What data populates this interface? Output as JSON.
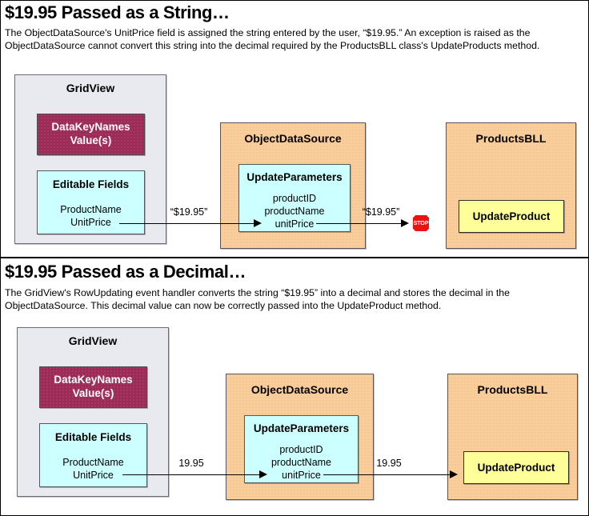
{
  "sections": [
    {
      "id": "string",
      "title": "$19.95 Passed as a String…",
      "description": "The ObjectDataSource's UnitPrice field is assigned the string entered by the user, “$19.95.” An exception is raised as the ObjectDataSource cannot convert this string into the decimal required by the ProductsBLL class's UpdateProducts method.",
      "gridview": {
        "title": "GridView",
        "datakeynames": {
          "line1": "DataKeyNames",
          "line2": "Value(s)"
        },
        "editable_fields": {
          "title": "Editable Fields",
          "fields": [
            "ProductName",
            "UnitPrice"
          ]
        }
      },
      "objectdatasource": {
        "title": "ObjectDataSource",
        "update_parameters": {
          "title": "UpdateParameters",
          "parameters": [
            "productID",
            "productName",
            "unitPrice"
          ]
        }
      },
      "productsbll": {
        "title": "ProductsBLL",
        "method": "UpdateProduct"
      },
      "arrow1_label": "“$19.95”",
      "arrow2_label": "“$19.95”",
      "stop_label": "STOP",
      "blocked": true
    },
    {
      "id": "decimal",
      "title": "$19.95 Passed as a Decimal…",
      "description": "The GridView's RowUpdating event handler converts the string “$19.95” into a decimal and stores the decimal in the ObjectDataSource. This decimal value can now be correctly passed into the UpdateProduct method.",
      "gridview": {
        "title": "GridView",
        "datakeynames": {
          "line1": "DataKeyNames",
          "line2": "Value(s)"
        },
        "editable_fields": {
          "title": "Editable Fields",
          "fields": [
            "ProductName",
            "UnitPrice"
          ]
        }
      },
      "objectdatasource": {
        "title": "ObjectDataSource",
        "update_parameters": {
          "title": "UpdateParameters",
          "parameters": [
            "productID",
            "productName",
            "unitPrice"
          ]
        }
      },
      "productsbll": {
        "title": "ProductsBLL",
        "method": "UpdateProduct"
      },
      "arrow1_label": "19.95",
      "arrow2_label": "19.95",
      "blocked": false
    }
  ],
  "colors": {
    "gridview_fill": "#e9e9f0",
    "orange_fill": "#f9ce9c",
    "maroon_fill": "#9d2b57",
    "cyan_fill": "#ccffff",
    "yellow_fill": "#ffff99",
    "stop_red": "#ee1111",
    "border": "#595960"
  }
}
